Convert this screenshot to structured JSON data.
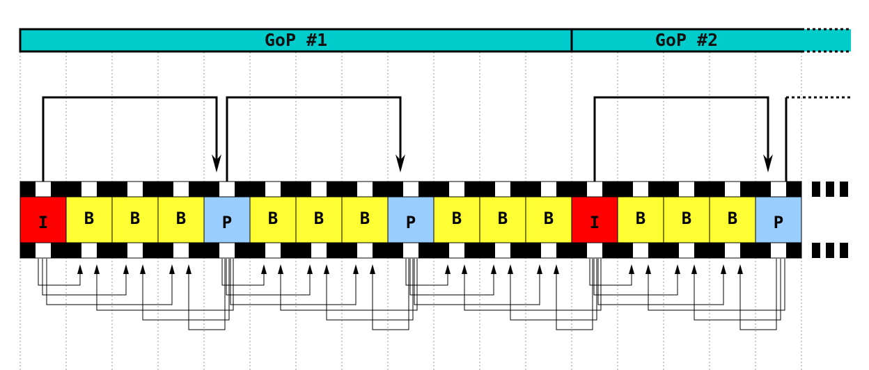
{
  "gops": [
    {
      "label": "GoP #1",
      "start": 0,
      "end": 12
    },
    {
      "label": "GoP #2",
      "start": 12,
      "end": 17,
      "continues": true
    }
  ],
  "frames": [
    {
      "type": "I",
      "label": "I"
    },
    {
      "type": "B",
      "label": "B"
    },
    {
      "type": "B",
      "label": "B"
    },
    {
      "type": "B",
      "label": "B"
    },
    {
      "type": "P",
      "label": "P"
    },
    {
      "type": "B",
      "label": "B"
    },
    {
      "type": "B",
      "label": "B"
    },
    {
      "type": "B",
      "label": "B"
    },
    {
      "type": "P",
      "label": "P"
    },
    {
      "type": "B",
      "label": "B"
    },
    {
      "type": "B",
      "label": "B"
    },
    {
      "type": "B",
      "label": "B"
    },
    {
      "type": "I",
      "label": "I"
    },
    {
      "type": "B",
      "label": "B"
    },
    {
      "type": "B",
      "label": "B"
    },
    {
      "type": "B",
      "label": "B"
    },
    {
      "type": "P",
      "label": "P"
    }
  ],
  "forward_refs": [
    {
      "from": 0,
      "to": 4
    },
    {
      "from": 4,
      "to": 8
    },
    {
      "from": 12,
      "to": 16
    },
    {
      "from": 16,
      "to": null,
      "continues": true
    }
  ],
  "colors": {
    "I": "#ff0000",
    "B": "#ffff33",
    "P": "#99ccff",
    "gop_bar": "#00cccc",
    "sprocket": "#000000",
    "guide": "#999999"
  }
}
